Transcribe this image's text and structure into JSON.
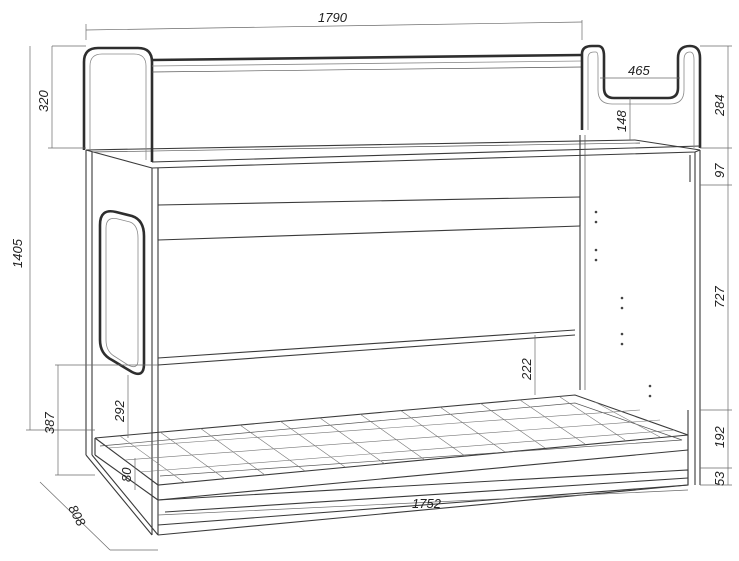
{
  "drawing": {
    "line_color": "#3a3a3a",
    "dim_color": "#6a6a6a",
    "background": "#ffffff"
  },
  "dimensions": {
    "overall_width": "1790",
    "overall_height": "1405",
    "rail_height_left": "320",
    "rail_height_right": "284",
    "ladder_opening": "465",
    "ladder_drop": "148",
    "upper_panel": "97",
    "mid_height": "727",
    "lower_clearance": "387",
    "side_opening": "292",
    "back_panel": "222",
    "drawer_height": "192",
    "plinth": "53",
    "slat_frame": "80",
    "depth": "808",
    "inner_length": "1752"
  }
}
